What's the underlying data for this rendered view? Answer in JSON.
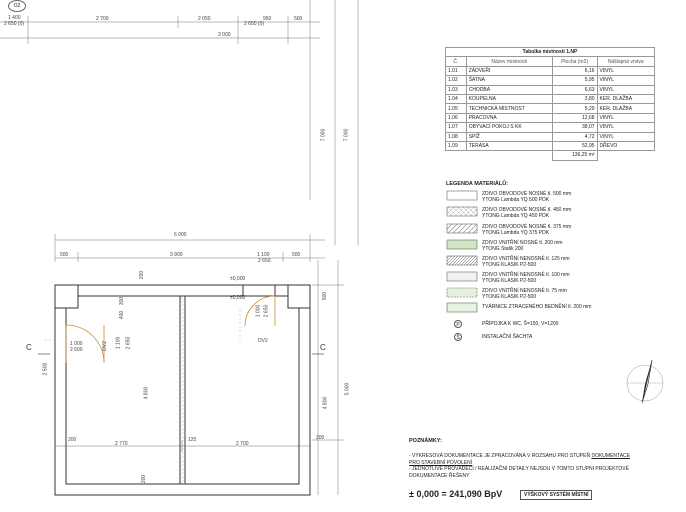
{
  "top_label": "O2",
  "top_dims": {
    "d1_top": "1 400",
    "d1_bottom": "2 650 (0)",
    "d2": "2 700",
    "d3": "2 050",
    "d4": "950",
    "d5": "500",
    "d4_bottom": "2 650 (0)",
    "d6": "3 000"
  },
  "right_dims": {
    "v1": "7 000",
    "v2": "7 000"
  },
  "plan_dims": {
    "overall": "6 000",
    "seg1": "500",
    "seg2": "3 900",
    "seg3": "1 100",
    "seg3b": "2 650",
    "seg4": "500",
    "h200_top": "200",
    "elev1": "±0,000",
    "elev2": "±0,000",
    "v_300": "300",
    "v_400": "400",
    "door1_w": "1 000",
    "door1_h": "2 600",
    "door2_w": "1 100",
    "door2_h": "2 650",
    "v_4800": "4 800",
    "bot_200": "200",
    "bot_2770": "2 770",
    "bot_125": "125",
    "bot_2700": "2 700",
    "bot_200r": "200",
    "bot_200b": "200",
    "door3_w": "1 000",
    "door3_h": "2 650",
    "door_dv2a": "DV2",
    "door_dv2b": "DV2",
    "left_sill": "2 500",
    "right_500": "500",
    "right_4800": "4 800",
    "right_5000": "5 000",
    "right_200": "200"
  },
  "section_left": "C",
  "section_right": "C",
  "room_table": {
    "title": "Tabulka místností 1.NP",
    "headers": [
      "Č.",
      "Název místnosti",
      "Plocha (m2)",
      "Nášlapná vrstva"
    ],
    "rows": [
      [
        "1.01",
        "ZÁDVEŘÍ",
        "6,16",
        "VINYL"
      ],
      [
        "1.02",
        "ŠATNA",
        "5,95",
        "VINYL"
      ],
      [
        "1.03",
        "CHODBA",
        "6,63",
        "VINYL"
      ],
      [
        "1.04",
        "KOUPELNA",
        "3,80",
        "KER. DLAŽBA"
      ],
      [
        "1.05",
        "TECHNICKÁ MÍSTNOST",
        "5,29",
        "KER. DLAŽBA"
      ],
      [
        "1.06",
        "PRACOVNA",
        "12,68",
        "VINYL"
      ],
      [
        "1.07",
        "OBÝVACÍ POKOJ S KK",
        "38,07",
        "VINYL"
      ],
      [
        "1.08",
        "SPÍŽ",
        "4,72",
        "VINYL"
      ],
      [
        "1.09",
        "TERASA",
        "52,95",
        "DŘEVO"
      ]
    ],
    "total": "136,25 m²"
  },
  "legend": {
    "title": "LEGENDA MATERIÁLŮ:",
    "items": [
      {
        "line1": "ZDIVO OBVODOVÉ NOSNÉ tl. 500 mm",
        "line2": "YTONG Lambda YQ 500 PDK",
        "pattern": "blank"
      },
      {
        "line1": "ZDIVO OBVODOVÉ NOSNÉ tl. 450 mm",
        "line2": "YTONG Lambda YQ 450 PDK",
        "pattern": "cross"
      },
      {
        "line1": "ZDIVO OBVODOVÉ NOSNÉ tl. 375 mm",
        "line2": "YTONG Lambda YQ 375 PDK",
        "pattern": "diag"
      },
      {
        "line1": "ZDIVO VNITŘNÍ NOSNÉ tl. 200 mm",
        "line2": "YTONG Statik 200",
        "pattern": "green"
      },
      {
        "line1": "ZDIVO VNITŘNÍ NENOSNÉ tl. 125 mm",
        "line2": "YTONG KLASIK P2-500",
        "pattern": "hatch"
      },
      {
        "line1": "ZDIVO VNITŘNÍ NENOSNÉ tl. 100 mm",
        "line2": "YTONG KLASIK P2-500",
        "pattern": "thin"
      },
      {
        "line1": "ZDIVO VNITŘNÍ NENOSNÉ tl. 75 mm",
        "line2": "YTONG KLASIK P2-500",
        "pattern": "dashed"
      },
      {
        "line1": "TVÁRNICE ZTRACENÉHO BEDNĚNÍ tl. 200 mm",
        "line2": "",
        "pattern": "lightgreen"
      }
    ],
    "sym1_letter": "P",
    "sym1_text": "PŘÍPOJKA K WC, Š=150, V=1200",
    "sym2_letter": "Š",
    "sym2_text": "INSTALAČNÍ ŠACHTA"
  },
  "notes": {
    "title": "POZNÁMKY:",
    "line1a": "- VÝKRESOVÁ DOKUMENTACE JE ZPRACOVÁNA V ROZSAHU PRO STUPEŇ ",
    "line1b": "DOKUMENTACE",
    "line2": "PRO STAVEBNÍ POVOLENÍ",
    "line3": "- JEDNOTLIVÉ PROVÁDĚCÍ / REALIZAČNÍ DETAILY NEJSOU V TOMTO STUPNI PROJEKTOVÉ",
    "line4": "DOKUMENTACE ŘEŠENY"
  },
  "elevation": {
    "value": "± 0,000 = 241,090 BpV",
    "label": "VÝŠKOVÝ SYSTÉM MÍSTNÍ"
  }
}
